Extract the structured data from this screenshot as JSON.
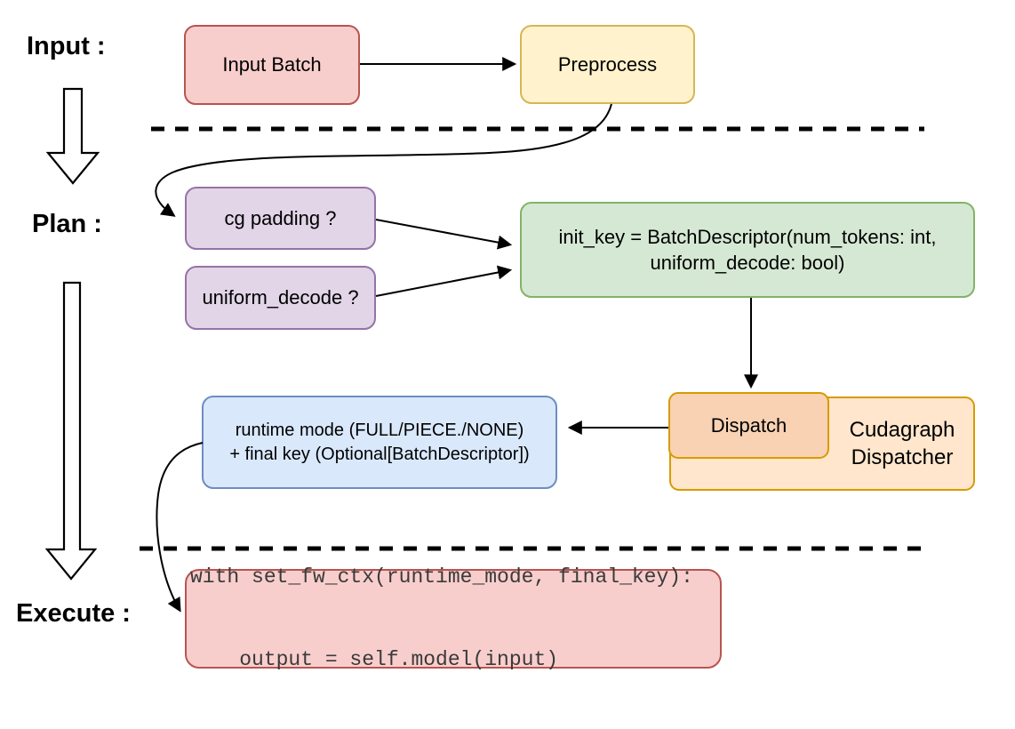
{
  "stages": {
    "input_label": "Input :",
    "plan_label": "Plan :",
    "execute_label": "Execute :"
  },
  "nodes": {
    "input_batch": "Input Batch",
    "preprocess": "Preprocess",
    "cg_padding": "cg padding ?",
    "uniform_decode": "uniform_decode ?",
    "init_key": {
      "line1": "init_key = BatchDescriptor(num_tokens: int,",
      "line2": "uniform_decode: bool)"
    },
    "dispatch": "Dispatch",
    "dispatcher": "Cudagraph Dispatcher",
    "runtime": {
      "line1": "runtime mode (FULL/PIECE./NONE)",
      "line2": "+ final key (Optional[BatchDescriptor])"
    },
    "code": {
      "line1": "with set_fw_ctx(runtime_mode, final_key):",
      "line2": "    output = self.model(input)"
    }
  },
  "colors": {
    "red_fill": "#f8cecc",
    "red_stroke": "#b85450",
    "yellow_fill": "#fff2cc",
    "yellow_stroke": "#d6b656",
    "purple_fill": "#e1d5e7",
    "purple_stroke": "#9673a6",
    "green_fill": "#d5e8d4",
    "green_stroke": "#82b366",
    "blue_fill": "#dae8fc",
    "blue_stroke": "#6c8ebf",
    "orange_fill": "#ffe6cc",
    "orange_stroke": "#d79b00",
    "dispatch_fill": "#f9d2b4",
    "line_color": "#000000"
  }
}
